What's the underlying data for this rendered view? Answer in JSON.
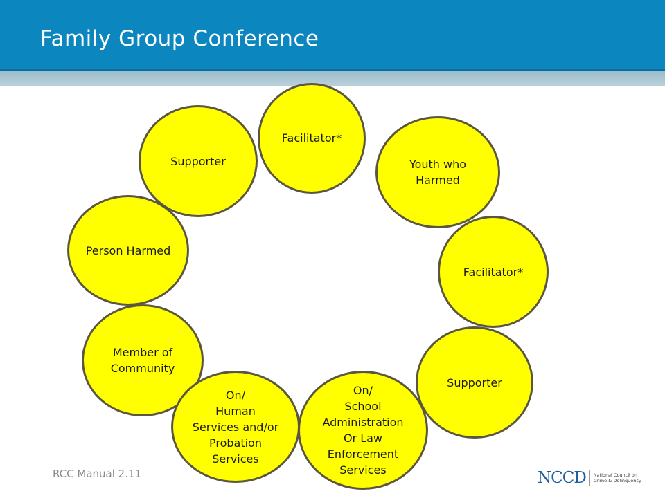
{
  "header": {
    "title": "Family Group Conference"
  },
  "diagram": {
    "nodes": [
      {
        "id": "facilitator-top",
        "label": "Facilitator*"
      },
      {
        "id": "supporter-left",
        "label": "Supporter"
      },
      {
        "id": "youth",
        "label": "Youth who\n Harmed"
      },
      {
        "id": "person-harmed",
        "label": "Person Harmed"
      },
      {
        "id": "facilitator-right",
        "label": "Facilitator*"
      },
      {
        "id": "member-community",
        "label": "Member of\n Community"
      },
      {
        "id": "supporter-right",
        "label": "Supporter"
      },
      {
        "id": "human-services",
        "label": "On/\nHuman\nServices and/or\nProbation\nServices"
      },
      {
        "id": "school",
        "label": "On/\nSchool\nAdministration\nOr Law\n Enforcement\nServices"
      }
    ]
  },
  "footer": {
    "caption": "RCC Manual 2.11",
    "logo_main": "NCCD",
    "logo_sub": "National Council on\nCrime & Delinquency"
  },
  "colors": {
    "header": "#0c86bf",
    "circle_fill": "#ffff00",
    "circle_border": "#5b5640"
  }
}
